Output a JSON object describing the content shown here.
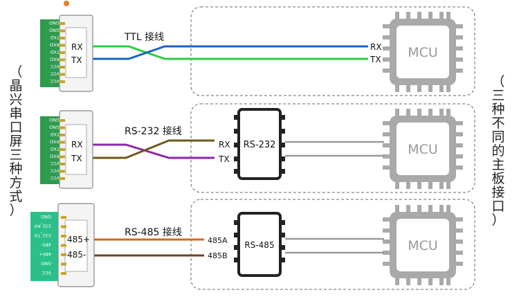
{
  "left_vertical_label": "（晶兴串口屏三种方式）",
  "right_vertical_label": "（三种不同的主板接口）",
  "rows": [
    {
      "name": "ttl",
      "wire_label": "TTL 接线",
      "screen_pins": [
        "RX",
        "TX"
      ],
      "mcu_pins": [
        "RX",
        "TX"
      ],
      "mcu_label": "MCU",
      "connector_pins": [
        "GND",
        "GND",
        "TXD",
        "RXD",
        "TXD",
        "RXD",
        "VCC",
        "VCC",
        "VCC"
      ],
      "wire_colors": [
        "#2ecc40",
        "#1565c0"
      ]
    },
    {
      "name": "rs232",
      "wire_label": "RS-232 接线",
      "screen_pins": [
        "RX",
        "TX"
      ],
      "chip_pins": [
        "RX",
        "TX"
      ],
      "chip_label": "RS-232",
      "mcu_label": "MCU",
      "connector_pins": [
        "GND",
        "GND",
        "TXD",
        "RXD",
        "TXD",
        "RXD",
        "VCC",
        "VCC",
        "VCC"
      ],
      "wire_colors": [
        "#8e24aa",
        "#6d5a1a"
      ]
    },
    {
      "name": "rs485",
      "wire_label": "RS-485 接线",
      "screen_pins": [
        "485+",
        "485-"
      ],
      "chip_pins": [
        "485A",
        "485B"
      ],
      "chip_label": "RS-485",
      "mcu_label": "MCU",
      "connector_pins": [
        "GND",
        "232_RX",
        "232_TX",
        "485-",
        "485+",
        "GND",
        "VCC"
      ],
      "wire_colors": [
        "#d2691e",
        "#6b4226"
      ]
    }
  ]
}
